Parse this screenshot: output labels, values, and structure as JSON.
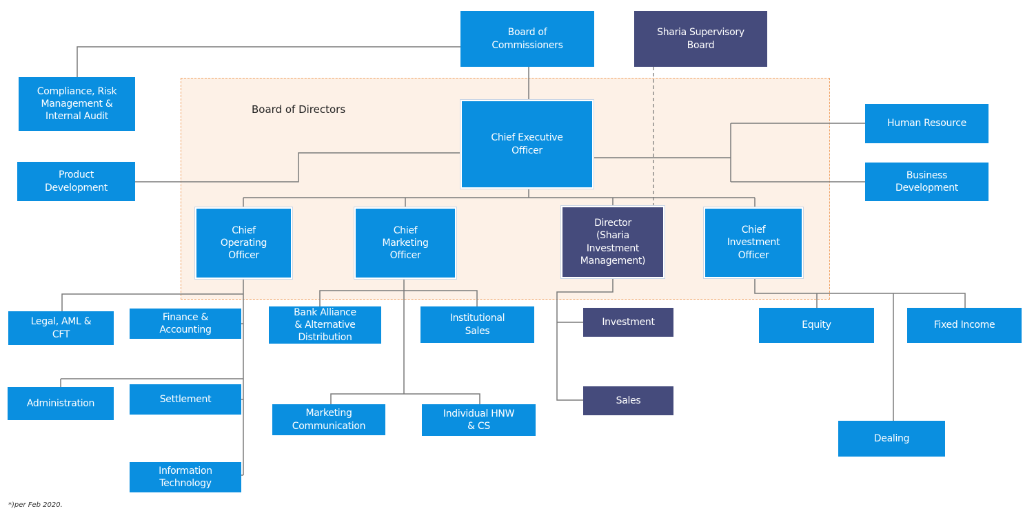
{
  "region": {
    "label": "Board of Directors"
  },
  "nodes": {
    "board_of_commissioners": "Board of\nCommissioners",
    "sharia_supervisory_board": "Sharia Supervisory\nBoard",
    "compliance": "Compliance,  Risk\nManagement &\nInternal Audit",
    "ceo": "Chief Executive\nOfficer",
    "product_development": "Product\nDevelopment",
    "human_resource": "Human Resource",
    "business_development": "Business\nDevelopment",
    "coo": "Chief\nOperating\nOfficer",
    "cmo": "Chief\nMarketing\nOfficer",
    "director_sharia": "Director\n(Sharia\nInvestment\nManagement)",
    "cio": "Chief\nInvestment\nOfficer",
    "legal_aml": "Legal, AML &\nCFT",
    "finance_accounting": "Finance &\nAccounting",
    "administration": "Administration",
    "settlement": "Settlement",
    "information_technology": "Information\nTechnology",
    "bank_alliance": "Bank Alliance\n& Alternative\nDistribution",
    "institutional_sales": "Institutional\nSales",
    "marketing_communication": "Marketing\nCommunication",
    "individual_hnw": "Individual HNW\n& CS",
    "investment": "Investment",
    "sales": "Sales",
    "equity": "Equity",
    "fixed_income": "Fixed Income",
    "dealing": "Dealing"
  },
  "colors": {
    "primary_box": "#0a8fe0",
    "sharia_box": "#454b7c",
    "connector": "#7a7a7a",
    "region_fill": "#fdf1e7",
    "region_border": "#f0a060"
  },
  "footnote": "*)per Feb 2020."
}
